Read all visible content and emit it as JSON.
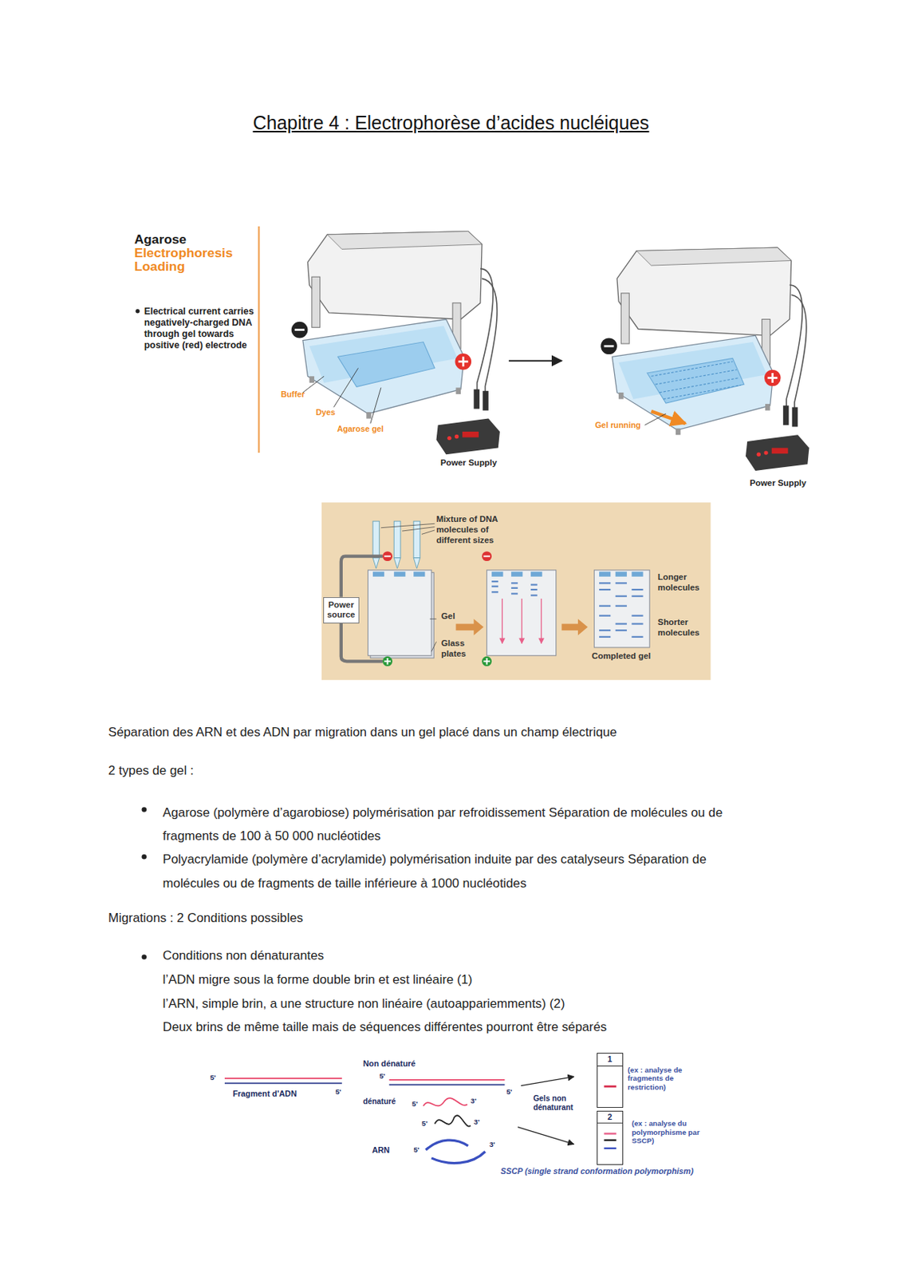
{
  "diagram": {
    "title": "Chapitre 4 : Electrophorèse d’acides nucléiques",
    "nodes": [
      {
        "text": [
          "Power source"
        ]
      },
      {
        "text": [
          "1"
        ]
      },
      {
        "text": [
          "2"
        ]
      }
    ],
    "labels": [
      "Agarose",
      "Electrophoresis",
      "Loading",
      "Electrical current carries negatively-charged DNA through gel towards positive (red) electrode",
      "Buffer",
      "Dyes",
      "Agarose gel",
      "Power Supply",
      "Gel running",
      "Power Supply",
      "Mixture of DNA molecules of different sizes",
      "Gel",
      "Glass plates",
      "Longer molecules",
      "Shorter molecules",
      "Completed gel",
      "Séparation des ARN et des ADN par migration dans un gel placé dans un champ électrique",
      "2 types de gel :",
      "Agarose (polymère d’agarobiose) polymérisation par refroidissement Séparation de molécules ou de fragments de 100 à 50 000 nucléotides",
      "Polyacrylamide (polymère d’acrylamide) polymérisation induite par des catalyseurs Séparation de molécules ou de fragments de taille inférieure à 1000 nucléotides",
      "Migrations : 2 Conditions possibles",
      "Conditions non dénaturantes",
      "l’ADN migre sous la forme double brin et est linéaire (1)",
      "l’ARN, simple brin, a une structure non linéaire (autoappariemments) (2)",
      "Deux brins de même taille mais de séquences différentes pourront être séparés",
      "5'",
      "5'",
      "Fragment d'ADN",
      "Non dénaturé",
      "5'",
      "5'",
      "dénaturé",
      "5'",
      "3'",
      "5'",
      "3'",
      "ARN",
      "5'",
      "3'",
      "Gels non dénaturant",
      "(ex : analyse de fragments de restriction)",
      "(ex : analyse du polymorphisme par SSCP)",
      "SSCP (single strand conformation polymorphism)"
    ]
  }
}
